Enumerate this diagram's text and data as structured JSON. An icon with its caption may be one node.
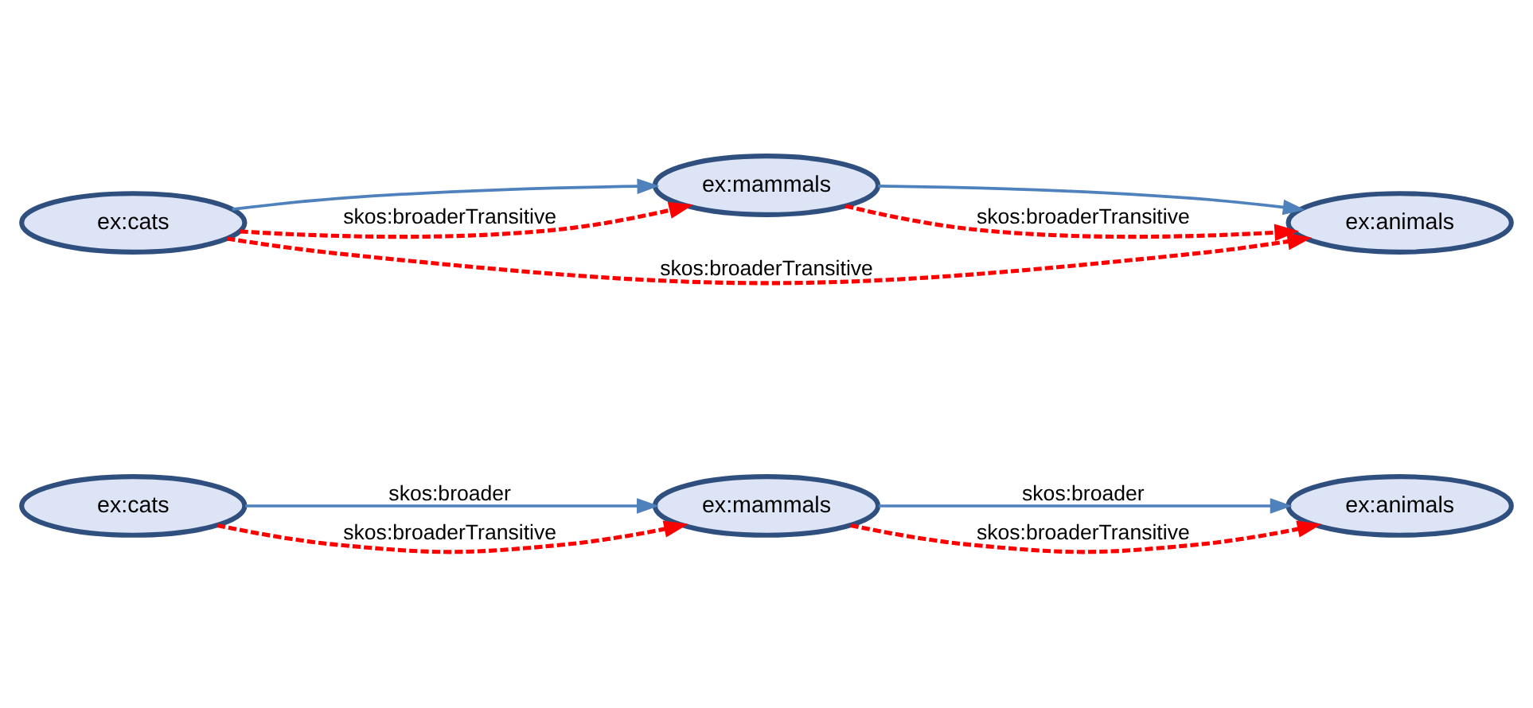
{
  "diagram": {
    "nodes": [
      {
        "text": [
          "ex:cats"
        ]
      },
      {
        "text": [
          "ex:mammals"
        ]
      },
      {
        "text": [
          "ex:animals"
        ]
      },
      {
        "text": [
          "ex:cats"
        ]
      },
      {
        "text": [
          "ex:mammals"
        ]
      },
      {
        "text": [
          "ex:animals"
        ]
      }
    ],
    "edges": [
      {
        "from": 0,
        "to": 1,
        "arrow": "to",
        "label": "skos:broader",
        "color": "#4f81bd"
      },
      {
        "from": 1,
        "to": 2,
        "arrow": "to",
        "label": "skos:broader",
        "color": "#4f81bd"
      },
      {
        "from": 0,
        "to": 1,
        "arrow": "to",
        "label": "skos:broaderTransitive",
        "style": "dashed",
        "color": "#ff0000"
      },
      {
        "from": 1,
        "to": 2,
        "arrow": "to",
        "label": "skos:broaderTransitive",
        "style": "dashed",
        "color": "#ff0000"
      },
      {
        "from": 3,
        "to": 4,
        "arrow": "to",
        "color": "#4f81bd"
      },
      {
        "from": 4,
        "to": 5,
        "arrow": "to",
        "color": "#4f81bd"
      },
      {
        "from": 3,
        "to": 4,
        "arrow": "to",
        "label": "skos:broaderTransitive",
        "style": "dashed",
        "color": "#ff0000"
      },
      {
        "from": 4,
        "to": 5,
        "arrow": "to",
        "label": "skos:broaderTransitive",
        "style": "dashed",
        "color": "#ff0000"
      },
      {
        "from": 3,
        "to": 5,
        "arrow": "to",
        "label": "skos:broaderTransitive",
        "style": "dashed",
        "color": "#ff0000"
      }
    ]
  }
}
